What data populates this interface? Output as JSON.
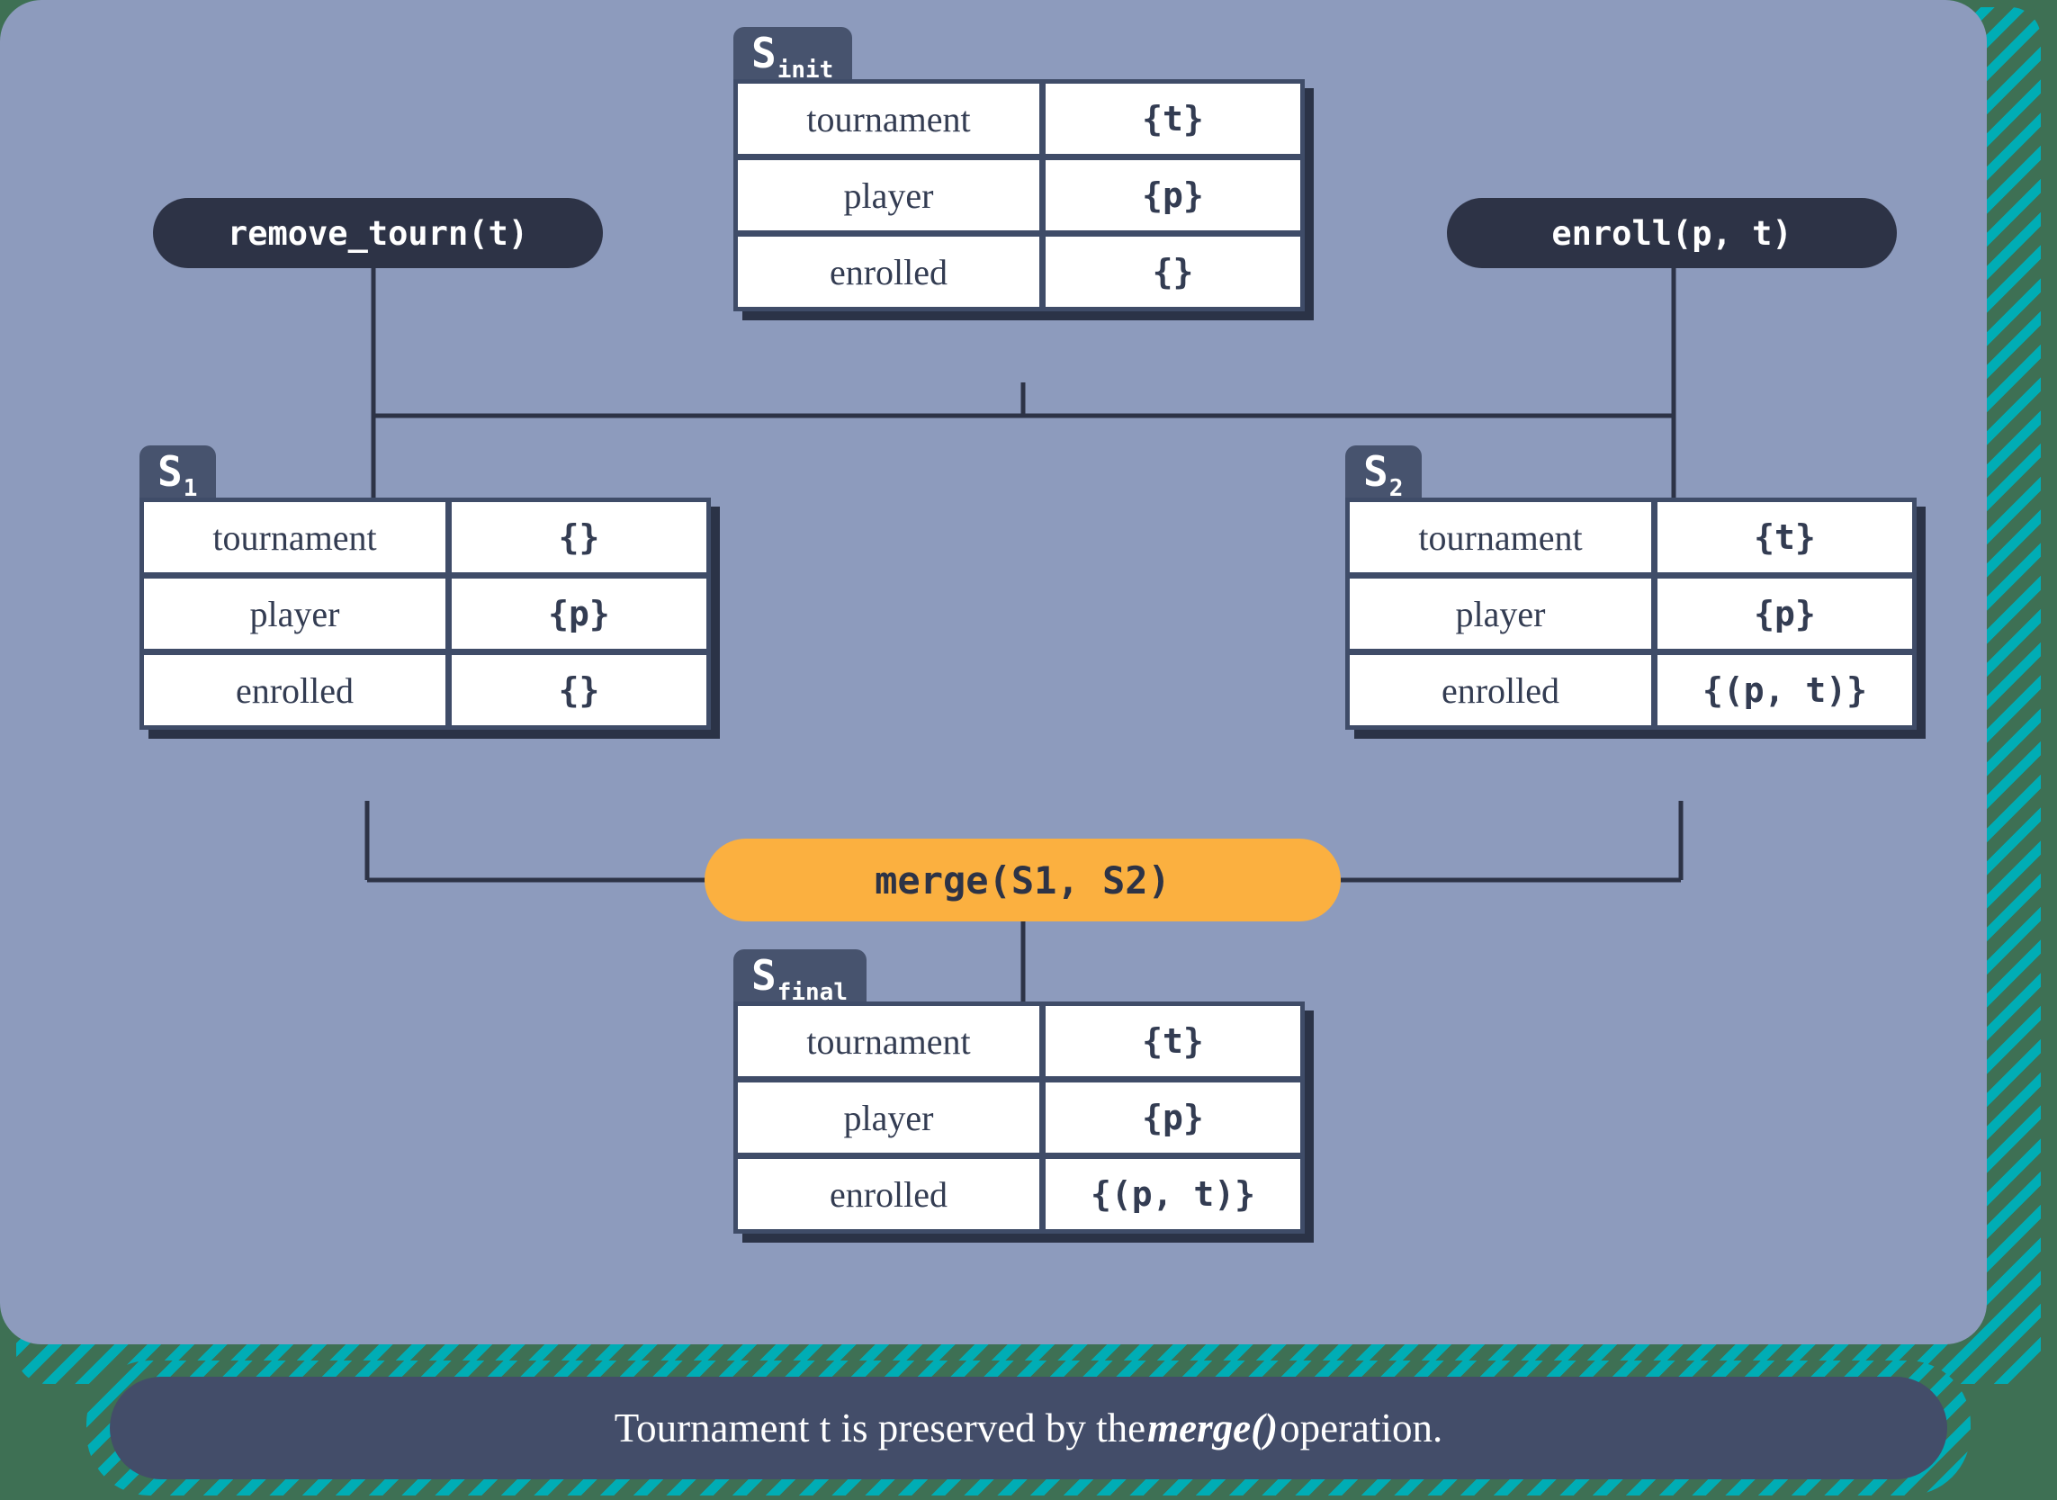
{
  "theme": {
    "page_background": "#3E7054",
    "hatch_stripe": "#00ADB5",
    "panel_background": "#8D9BBD",
    "table_border": "#3F4C68",
    "table_shadow": "#2B3347",
    "tab_background": "#47536E",
    "cell_background": "#FFFFFF",
    "cell_text": "#333C52",
    "operation_pill": "#2D3346",
    "merge_pill": "#FBB040",
    "merge_pill_text": "#2D3346",
    "wire": "#2D3346",
    "caption_background": "#434D69",
    "caption_text": "#FFFFFF"
  },
  "diagram": {
    "type": "crdt-state-merge-flow",
    "row_labels": [
      "tournament",
      "player",
      "enrolled"
    ],
    "states": [
      {
        "id": "s-init",
        "name_main": "S",
        "name_sub": "init",
        "rows": [
          {
            "key": "tournament",
            "value": "{t}"
          },
          {
            "key": "player",
            "value": "{p}"
          },
          {
            "key": "enrolled",
            "value": "{}"
          }
        ]
      },
      {
        "id": "s-1",
        "name_main": "S",
        "name_sub": "1",
        "rows": [
          {
            "key": "tournament",
            "value": "{}"
          },
          {
            "key": "player",
            "value": "{p}"
          },
          {
            "key": "enrolled",
            "value": "{}"
          }
        ]
      },
      {
        "id": "s-2",
        "name_main": "S",
        "name_sub": "2",
        "rows": [
          {
            "key": "tournament",
            "value": "{t}"
          },
          {
            "key": "player",
            "value": "{p}"
          },
          {
            "key": "enrolled",
            "value": "{(p, t)}"
          }
        ]
      },
      {
        "id": "s-final",
        "name_main": "S",
        "name_sub": "final",
        "rows": [
          {
            "key": "tournament",
            "value": "{t}"
          },
          {
            "key": "player",
            "value": "{p}"
          },
          {
            "key": "enrolled",
            "value": "{(p, t)}"
          }
        ]
      }
    ],
    "operations": [
      {
        "id": "op-remove-tourn",
        "label": "remove_tourn(t)",
        "style": "dark"
      },
      {
        "id": "op-enroll",
        "label": "enroll(p, t)",
        "style": "dark"
      },
      {
        "id": "op-merge",
        "label": "merge(S1, S2)",
        "style": "merge"
      }
    ]
  },
  "caption": {
    "before": "Tournament t is preserved by the ",
    "emphasis": "merge()",
    "after": " operation."
  }
}
